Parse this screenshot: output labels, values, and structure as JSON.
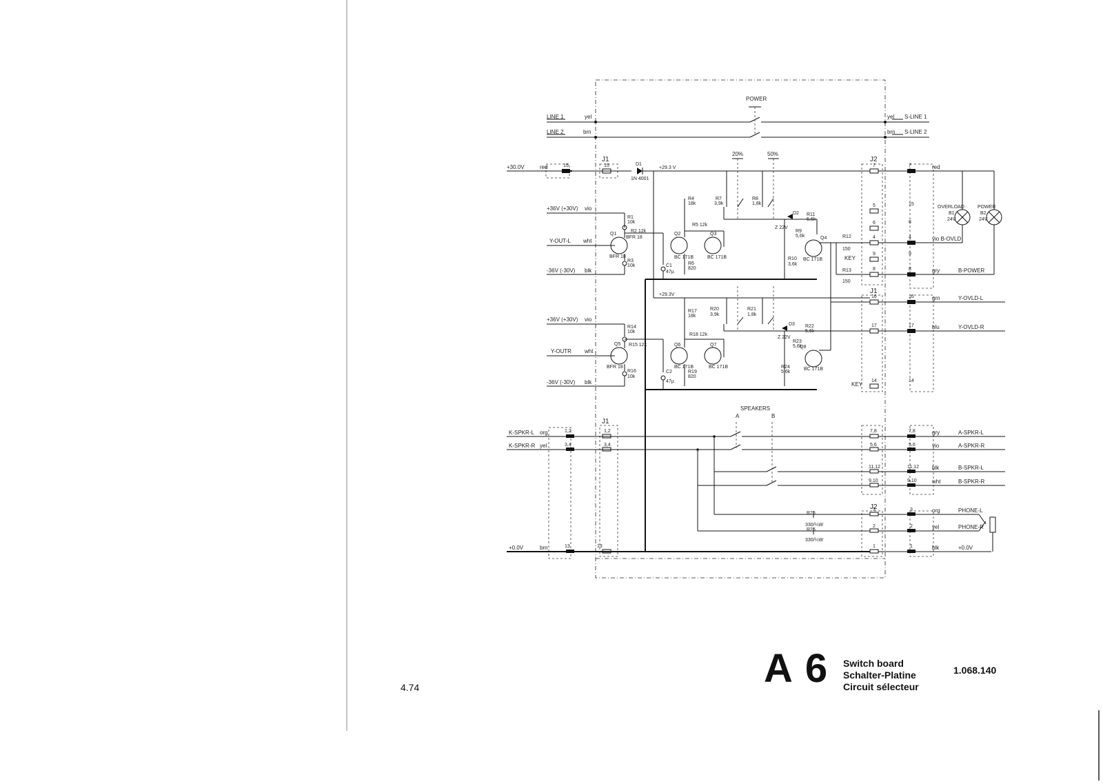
{
  "sheet": {
    "a6": "A 6",
    "title_en": "Switch board",
    "title_de": "Schalter-Platine",
    "title_fr": "Circuit sélecteur",
    "doc_number": "1.068.140",
    "page_number": "4.74"
  },
  "switches": {
    "power": "POWER",
    "pct20": "20%",
    "pct50": "50%",
    "speakers": "SPEAKERS",
    "a": "A",
    "b": "B"
  },
  "connectors": {
    "j1": "J1",
    "j2": "J2"
  },
  "left_signals": {
    "line1": "LINE 1",
    "line1_col": "yel",
    "line2": "LINE 2",
    "line2_col": "brn",
    "p30": "+30.0V",
    "p30_col": "red",
    "p36a": "+36V (+30V)",
    "p36a_col": "vio",
    "youtl": "Y-OUT-L",
    "youtl_col": "wht",
    "m36a": "-36V (-30V)",
    "m36a_col": "blk",
    "p36b": "+36V (+30V)",
    "p36b_col": "vio",
    "youtr": "Y-OUTR",
    "youtr_col": "wht",
    "m36b": "-36V (-30V)",
    "m36b_col": "blk",
    "kspkrl": "K-SPKR-L",
    "kspkrl_col": "org",
    "kspkrr": "K-SPKR-R",
    "kspkrr_col": "yel",
    "p00": "+0.0V",
    "p00_col": "brn"
  },
  "right_signals": {
    "sline1": "S-LINE 1",
    "sline1_col": "yel",
    "sline2": "S-LINE 2",
    "sline2_col": "brn",
    "red": "red",
    "vio_bovld": "vio B-OVLD",
    "gry": "gry",
    "bpower": "B-POWER",
    "grn": "grn",
    "yovldl": "Y-OVLD-L",
    "blu": "blu",
    "yovldr": "Y-OVLD-R",
    "gry2": "gry",
    "aspkrl": "A-SPKR-L",
    "vio2": "vio",
    "aspkrr": "A-SPKR-R",
    "blk": "blk",
    "bspkrl": "B-SPKR-L",
    "wht": "wht",
    "bspkrr": "B-SPKR-R",
    "org": "org",
    "phonel": "PHONE-L",
    "yel": "yel",
    "phoner": "PHONE-R",
    "blk2": "blk",
    "p00": "+0.0V"
  },
  "lamps": {
    "overload": "OVERLOAD",
    "b1": "B1",
    "v1": "24V",
    "power": "POWER",
    "b2": "B2",
    "v2": "24V"
  },
  "components": {
    "d1": "D1",
    "d1_type": "1N 4001",
    "v293a": "+29.3 V",
    "v293b": "+29.3V",
    "r1": "R1",
    "r1v": "10k",
    "r2": "R2 12k",
    "q1": "Q1",
    "q1t": "BFR 18",
    "q1t2": "BFR 18",
    "r3": "R3",
    "r3v": "10k",
    "r4": "R4",
    "r4v": "18k",
    "r5": "R5 12k",
    "q2": "Q2",
    "q2t": "BC 171B",
    "q3": "Q3",
    "q3t": "BC 171B",
    "r6": "R6",
    "r6v": "820",
    "c1": "C1",
    "c1v": "47µ",
    "r7": "R7",
    "r7v": "3,9k",
    "r8": "R8",
    "r8v": "1,8k",
    "d2": "D2",
    "d2v": "Z 22V",
    "r9": "R9",
    "r9v": "5,6k",
    "r10": "R10",
    "r10v": "3,6k",
    "r11": "R11",
    "r11v": "5,6k",
    "q4": "Q4",
    "q4t": "BC 171B",
    "r12": "R12",
    "r12v": "150",
    "r13": "R13",
    "r13v": "150",
    "key1": "KEY",
    "key2": "KEY",
    "r14": "R14",
    "r14v": "10k",
    "r15": "R15 12k",
    "q5": "Q5",
    "q5t": "BFR 18",
    "r16": "R16",
    "r16v": "10k",
    "r17": "R17",
    "r17v": "18k",
    "r18": "R18 12k",
    "q6": "Q6",
    "q6t": "BC 171B",
    "q7": "Q7",
    "q7t": "BC 171B",
    "r19": "R19",
    "r19v": "820",
    "c2": "C2",
    "c2v": "47µ",
    "r20": "R20",
    "r20v": "3,9k",
    "r21": "R21",
    "r21v": "1,8k",
    "d3": "D3",
    "d3v": "Z 22V",
    "r22": "R22",
    "r22v": "5,6k",
    "r23": "R23",
    "r23v": "5,6k",
    "r24": "R24",
    "r24v": "5,6k",
    "q8": "Q8",
    "q8t": "BC 171B",
    "r25": "R25",
    "r25v": "330/¼W",
    "r26": "R26",
    "r26v": "330/¼W"
  },
  "pins": {
    "j1_15": "15",
    "j1_12": "1,2",
    "j1_34": "3,4",
    "j1_13": "13",
    "j2_7": "7",
    "j2_5": "5",
    "j2_6": "6",
    "j2_4": "4",
    "j2_9": "9",
    "j2_8": "8",
    "j2_16": "16",
    "j2_17": "17",
    "j2_14": "14",
    "j2_78": "7,8",
    "j2_56": "5,6",
    "j2_1112": "11,12",
    "j2_910": "9,10",
    "j2_3": "3",
    "j2_2": "2",
    "j2_1": "1",
    "l_15": "15",
    "l_12": "1,2",
    "l_34": "3,4",
    "l_13": "13",
    "r_7": "7",
    "r_15": "15",
    "r_6": "6",
    "r_4": "4",
    "r_9": "9",
    "r_8": "8",
    "r_16": "16",
    "r_17": "17",
    "r_14": "14",
    "r_78": "7,8",
    "r_56": "5,6",
    "r_1112": "11,12",
    "r_910": "9,10",
    "r_3": "3",
    "r_2": "2",
    "r_1": "1"
  }
}
